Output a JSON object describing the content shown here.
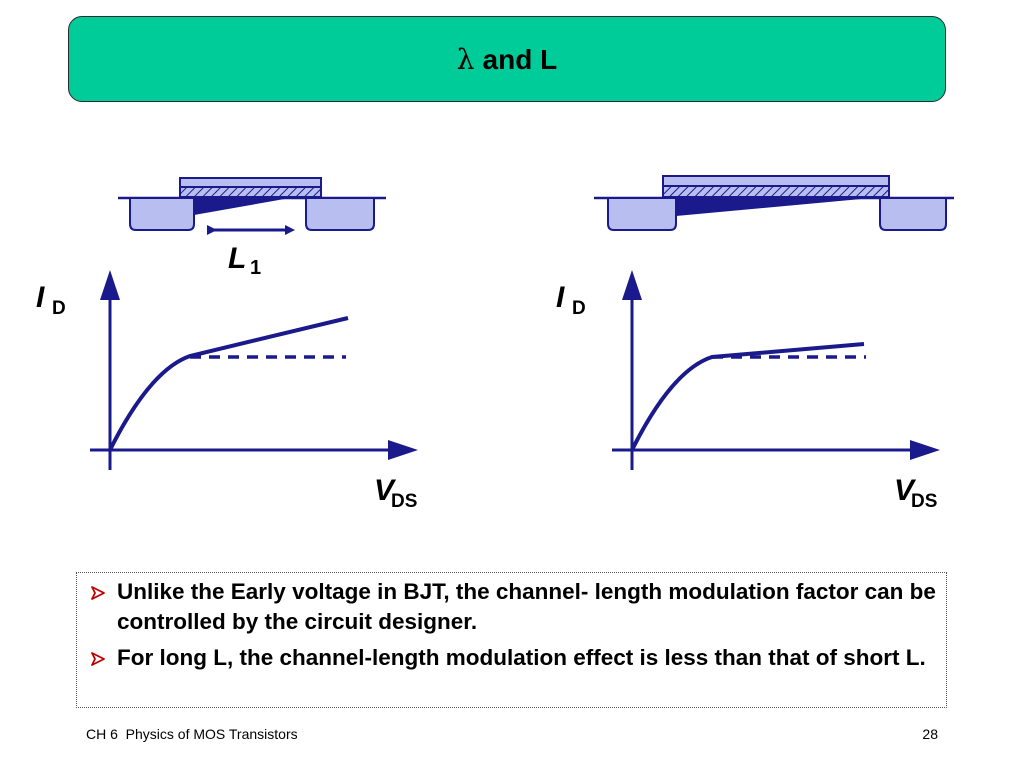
{
  "title": {
    "symbol": "λ",
    "text": "and L"
  },
  "figures": [
    {
      "length_label": "L",
      "length_sub": "1",
      "y_label": "I",
      "y_sub": "D",
      "x_label": "V",
      "x_sub": "DS",
      "saturation_slope": "steep"
    },
    {
      "y_label": "I",
      "y_sub": "D",
      "x_label": "V",
      "x_sub": "DS",
      "saturation_slope": "shallow"
    }
  ],
  "bullets": [
    "Unlike the Early voltage in BJT, the channel- length modulation factor can be controlled by the circuit designer.",
    "For long L, the channel-length modulation effect is less than that of short L."
  ],
  "footer": {
    "left": "CH 6  Physics of MOS Transistors",
    "page": "28"
  },
  "colors": {
    "title_bg": "#00cc99",
    "curve": "#1a1a8c",
    "device_fill": "#b8bff0",
    "bullet": "#c00000"
  }
}
